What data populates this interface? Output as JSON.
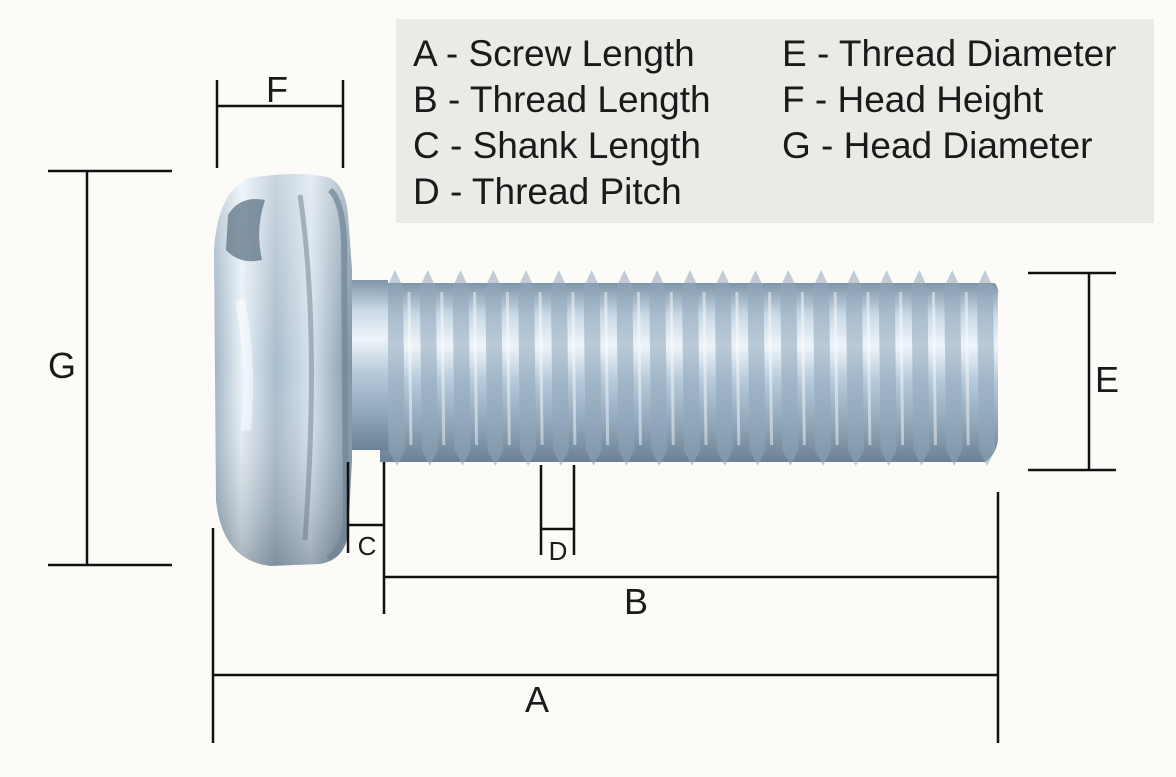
{
  "legend": [
    {
      "letter": "A",
      "text": "A - Screw Length"
    },
    {
      "letter": "B",
      "text": "B - Thread Length"
    },
    {
      "letter": "C",
      "text": "C - Shank Length"
    },
    {
      "letter": "D",
      "text": "D - Thread Pitch"
    },
    {
      "letter": "E",
      "text": "E - Thread Diameter"
    },
    {
      "letter": "F",
      "text": "F - Head Height"
    },
    {
      "letter": "G",
      "text": "G - Head Diameter"
    }
  ],
  "dimension_labels": {
    "A": "A",
    "B": "B",
    "C": "C",
    "D": "D",
    "E": "E",
    "F": "F",
    "G": "G"
  },
  "colors": {
    "background": "#fdfbf8",
    "legend_bg": "#eceae7",
    "dimension_line": "#111111",
    "screw_metal": "#b9cfe0"
  },
  "screw": {
    "head_type": "pan-head",
    "drive": "phillips",
    "thread_count_visible": 19
  }
}
